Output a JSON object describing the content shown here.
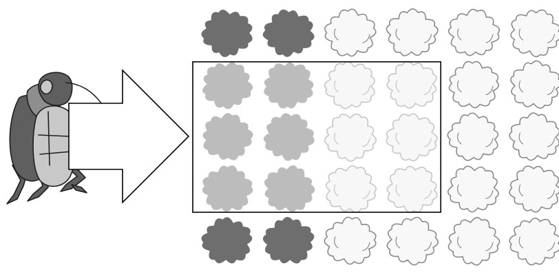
{
  "figure": {
    "grid": {
      "rows": 5,
      "cols": 6,
      "cell_states": [
        [
          "dark",
          "dark",
          "empty",
          "empty",
          "empty",
          "empty"
        ],
        [
          "light",
          "light",
          "faded",
          "faded",
          "empty",
          "empty"
        ],
        [
          "light",
          "light",
          "faded",
          "faded",
          "empty",
          "empty"
        ],
        [
          "light",
          "light",
          "faded",
          "faded",
          "empty",
          "empty"
        ],
        [
          "dark",
          "dark",
          "empty",
          "empty",
          "empty",
          "empty"
        ]
      ],
      "highlighted_rows": [
        1,
        3
      ],
      "highlighted_cols": [
        0,
        3
      ]
    },
    "colors": {
      "dark_fill": "#6e6e6e",
      "light_fill": "#bcbcbc",
      "faded_fill": "#f7f7f7",
      "faded_stroke": "#c6c6c6",
      "empty_fill": "#f8f8f8",
      "empty_stroke": "#8a8a8a",
      "frame_stroke": "#000000",
      "arrow_fill": "#ffffff",
      "arrow_stroke": "#000000",
      "beetle_dark": "#5f5f5f",
      "beetle_mid": "#8e8e8e",
      "beetle_light": "#c8c8c8",
      "beetle_outline": "#1e1e1e"
    },
    "icons": {
      "insect": "beetle-icon",
      "arrow": "right-arrow-icon",
      "cell": "cloud-icon"
    }
  }
}
